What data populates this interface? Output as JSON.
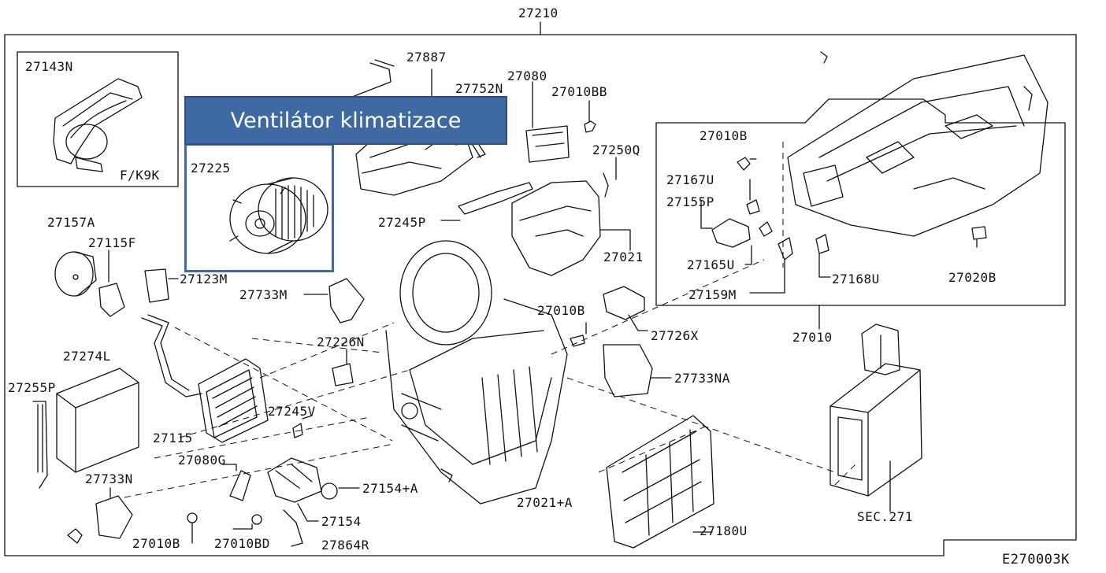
{
  "banner": {
    "text": "Ventilátor klimatizace"
  },
  "drawing_code": "E270003K",
  "colors": {
    "banner_bg": "#3e69a3",
    "line": "#111111"
  },
  "labels": {
    "l27210": "27210",
    "l27143N": "27143N",
    "lFK9K": "F/K9K",
    "l27225": "27225",
    "l27887": "27887",
    "l27752N": "27752N",
    "l27080": "27080",
    "l27010BB": "27010BB",
    "l27250Q": "27250Q",
    "l27245P": "27245P",
    "l27021": "27021",
    "l27157A": "27157A",
    "l27115F": "27115F",
    "l27123M": "27123M",
    "l27733M": "27733M",
    "l27010B_mid": "27010B",
    "l27726X": "27726X",
    "l27226N": "27226N",
    "l27733NA": "27733NA",
    "l27274L": "27274L",
    "l27255P": "27255P",
    "l27245V": "27245V",
    "l27115": "27115",
    "l27080G": "27080G",
    "l27733N": "27733N",
    "l27154A": "27154+A",
    "l27154": "27154",
    "l27021A": "27021+A",
    "l27010B_bot": "27010B",
    "l27010BD": "27010BD",
    "l27864R": "27864R",
    "l27180U": "27180U",
    "l27010B_inset": "27010B",
    "l27167U": "27167U",
    "l27155P": "27155P",
    "l27165U": "27165U",
    "l27159M": "27159M",
    "l27168U": "27168U",
    "l27020B": "27020B",
    "l27010": "27010",
    "lSEC271": "SEC.271"
  }
}
